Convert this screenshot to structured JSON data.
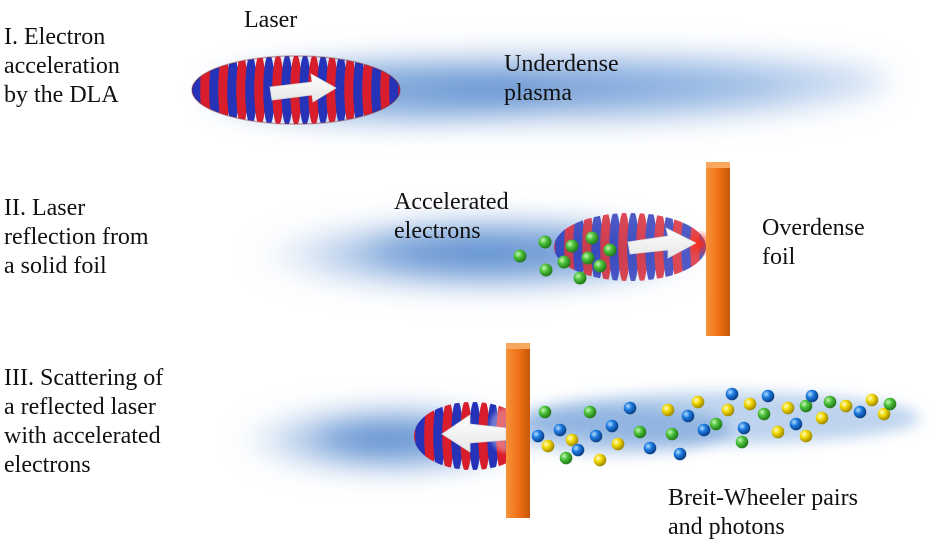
{
  "stages": [
    {
      "id": "I",
      "title": "I. Electron\nacceleration\nby the DLA"
    },
    {
      "id": "II",
      "title": "II. Laser\nreflection from\na solid foil"
    },
    {
      "id": "III",
      "title": "III. Scattering of\na reflected laser\nwith accelerated\nelectrons"
    }
  ],
  "labels": {
    "laser": "Laser",
    "underdense_plasma": "Underdense\nplasma",
    "accelerated_electrons": "Accelerated\nelectrons",
    "overdense_foil": "Overdense\nfoil",
    "bw_pairs": "Breit-Wheeler pairs\nand photons"
  },
  "colors": {
    "plasma": "#5b8fd0",
    "laser_red": "#d81e2c",
    "laser_blue": "#2633b8",
    "foil": "#f07a1e",
    "electron": "#4cc13b",
    "pair": "#1c7ae0",
    "photon": "#f2d900",
    "arrow": "#ffffff"
  },
  "particle_species": [
    "electron",
    "pair",
    "photon"
  ]
}
